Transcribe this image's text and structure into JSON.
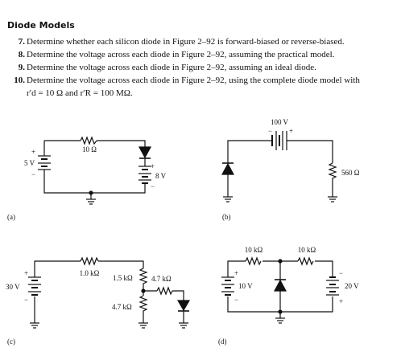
{
  "section_title": "Diode Models",
  "problems": [
    {
      "number": "7.",
      "text": "Determine whether each silicon diode in Figure 2–92 is forward-biased or reverse-biased."
    },
    {
      "number": "8.",
      "text": "Determine the voltage across each diode in Figure 2–92, assuming the practical model."
    },
    {
      "number": "9.",
      "text": "Determine the voltage across each diode in Figure 2–92, assuming an ideal diode."
    },
    {
      "number": "10.",
      "text": "Determine the voltage across each diode in Figure 2–92, using the complete diode model with",
      "text_line2": "r′d = 10 Ω and r′R = 100 MΩ."
    }
  ],
  "figures": {
    "a": {
      "label": "(a)",
      "source_voltage": "5 V",
      "resistor": "10 Ω",
      "battery_voltage": "8 V"
    },
    "b": {
      "label": "(b)",
      "source_voltage": "100 V",
      "resistor": "560 Ω"
    },
    "c": {
      "label": "(c)",
      "source_voltage": "30 V",
      "r1": "1.0 kΩ",
      "r2": "1.5 kΩ",
      "r3": "4.7 kΩ",
      "r4": "4.7 kΩ"
    },
    "d": {
      "label": "(d)",
      "r1": "10 kΩ",
      "r2": "10 kΩ",
      "source_left": "10 V",
      "source_right": "20 V"
    }
  },
  "polarity": {
    "plus": "+",
    "minus": "−"
  }
}
